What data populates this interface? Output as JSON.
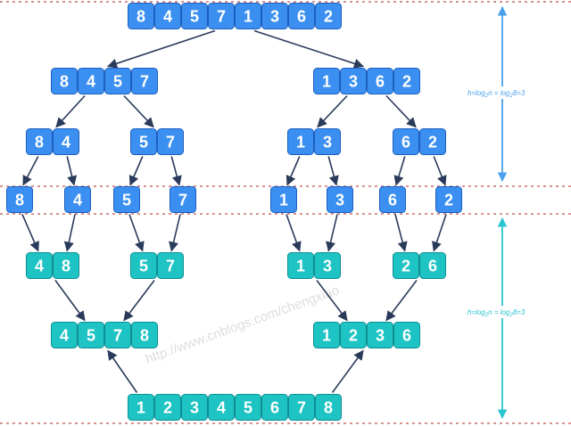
{
  "colors": {
    "split": "#3b8ff0",
    "split_border": "#1d5fbf",
    "merge": "#1ec3c3",
    "merge_border": "#0d8f94",
    "arrow": "#2a3a5a",
    "divider": "#c0504d",
    "height_split": "#4aa0ea",
    "height_merge": "#28c4cf"
  },
  "split_rows": [
    [
      [
        "8",
        "4",
        "5",
        "7",
        "1",
        "3",
        "6",
        "2"
      ]
    ],
    [
      [
        "8",
        "4",
        "5",
        "7"
      ],
      [
        "1",
        "3",
        "6",
        "2"
      ]
    ],
    [
      [
        "8",
        "4"
      ],
      [
        "5",
        "7"
      ],
      [
        "1",
        "3"
      ],
      [
        "6",
        "2"
      ]
    ],
    [
      [
        "8"
      ],
      [
        "4"
      ],
      [
        "5"
      ],
      [
        "7"
      ],
      [
        "1"
      ],
      [
        "3"
      ],
      [
        "6"
      ],
      [
        "2"
      ]
    ]
  ],
  "merge_rows": [
    [
      [
        "4",
        "8"
      ],
      [
        "5",
        "7"
      ],
      [
        "1",
        "3"
      ],
      [
        "2",
        "6"
      ]
    ],
    [
      [
        "4",
        "5",
        "7",
        "8"
      ],
      [
        "1",
        "2",
        "3",
        "6"
      ]
    ],
    [
      [
        "1",
        "2",
        "3",
        "4",
        "5",
        "6",
        "7",
        "8"
      ]
    ]
  ],
  "height_label": {
    "main": "h=log",
    "sub": "2",
    "mid": "n = log",
    "sub2": "2",
    "end": "8=3"
  },
  "watermark": "http://www.cnblogs.com/chengxiao"
}
